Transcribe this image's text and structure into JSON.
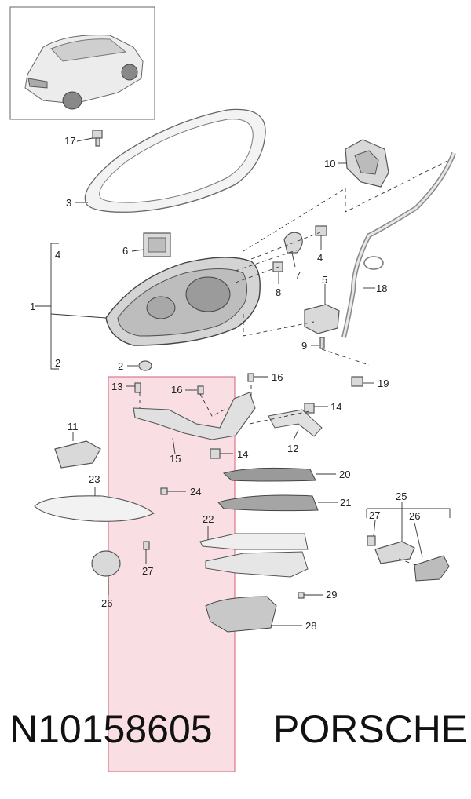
{
  "callouts": [
    {
      "id": "c17",
      "label": "17"
    },
    {
      "id": "c3",
      "label": "3"
    },
    {
      "id": "c10",
      "label": "10"
    },
    {
      "id": "c6",
      "label": "6"
    },
    {
      "id": "c4a",
      "label": "4"
    },
    {
      "id": "c4b",
      "label": "4"
    },
    {
      "id": "c7",
      "label": "7"
    },
    {
      "id": "c1",
      "label": "1"
    },
    {
      "id": "c8",
      "label": "8"
    },
    {
      "id": "c5",
      "label": "5"
    },
    {
      "id": "c18",
      "label": "18"
    },
    {
      "id": "c9",
      "label": "9"
    },
    {
      "id": "c2a",
      "label": "2"
    },
    {
      "id": "c2b",
      "label": "2"
    },
    {
      "id": "c19",
      "label": "19"
    },
    {
      "id": "c13",
      "label": "13"
    },
    {
      "id": "c16a",
      "label": "16"
    },
    {
      "id": "c16b",
      "label": "16"
    },
    {
      "id": "c14a",
      "label": "14"
    },
    {
      "id": "c11",
      "label": "11"
    },
    {
      "id": "c12",
      "label": "12"
    },
    {
      "id": "c15",
      "label": "15"
    },
    {
      "id": "c14b",
      "label": "14"
    },
    {
      "id": "c20",
      "label": "20"
    },
    {
      "id": "c23",
      "label": "23"
    },
    {
      "id": "c24",
      "label": "24"
    },
    {
      "id": "c21",
      "label": "21"
    },
    {
      "id": "c25",
      "label": "25"
    },
    {
      "id": "c22",
      "label": "22"
    },
    {
      "id": "c27a",
      "label": "27"
    },
    {
      "id": "c26a",
      "label": "26"
    },
    {
      "id": "c27b",
      "label": "27"
    },
    {
      "id": "c26b",
      "label": "26"
    },
    {
      "id": "c29",
      "label": "29"
    },
    {
      "id": "c28",
      "label": "28"
    }
  ],
  "footer": {
    "part_number": "N10158605",
    "brand": "PORSCHE"
  },
  "colors": {
    "highlight_fill": "#f6cdd6",
    "highlight_stroke": "#d9788f",
    "part_fill": "#d9d9d9"
  }
}
